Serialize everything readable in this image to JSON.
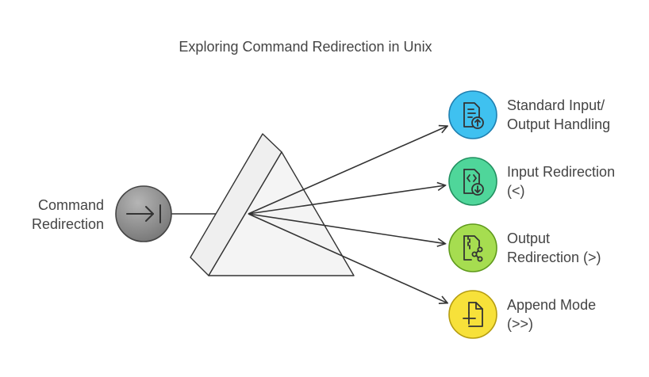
{
  "title": "Exploring Command Redirection in Unix",
  "source": {
    "lines": [
      "Command",
      "Redirection"
    ],
    "icon": "arrow-to-bar-icon",
    "color": "#8a8a8a"
  },
  "prism": {
    "fill": "#efefef",
    "stroke": "#333333"
  },
  "outputs": [
    {
      "lines": [
        "Standard Input/",
        "Output Handling"
      ],
      "icon": "document-upload-icon",
      "color": "#3fc1f0",
      "stroke": "#1f7fb0"
    },
    {
      "lines": [
        "Input Redirection",
        "(<)"
      ],
      "icon": "code-download-icon",
      "color": "#4fd69a",
      "stroke": "#229060"
    },
    {
      "lines": [
        "Output",
        "Redirection (>)"
      ],
      "icon": "archive-share-icon",
      "color": "#a6dd50",
      "stroke": "#5f9a1c"
    },
    {
      "lines": [
        "Append Mode",
        "(>>)"
      ],
      "icon": "file-plus-icon",
      "color": "#f7e13a",
      "stroke": "#b59c10"
    }
  ]
}
